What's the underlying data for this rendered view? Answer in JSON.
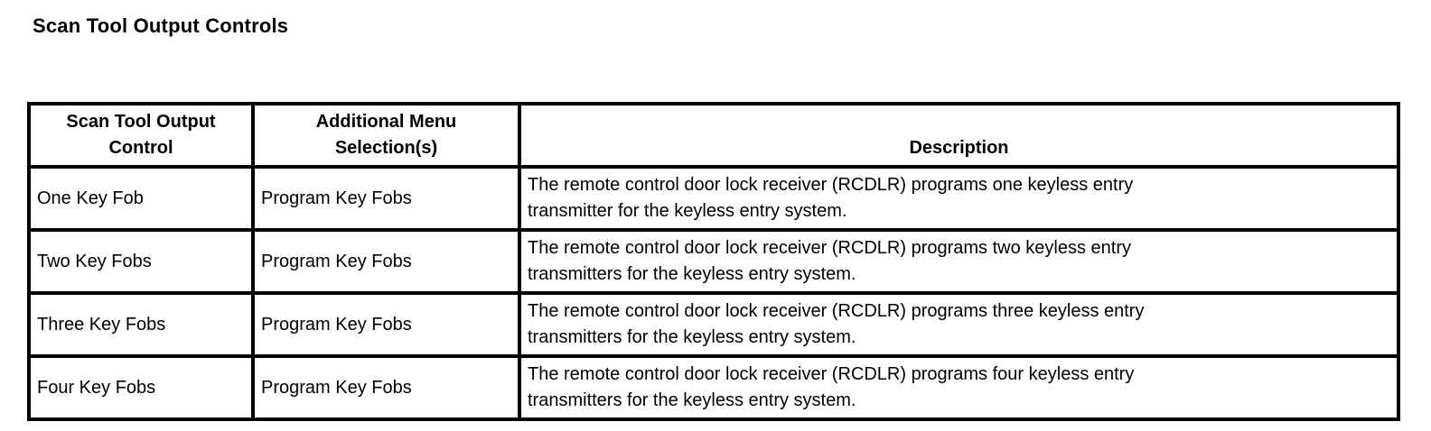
{
  "page": {
    "title": "Scan Tool Output Controls"
  },
  "colors": {
    "text": "#000000",
    "border": "#000000",
    "background": "#ffffff"
  },
  "table": {
    "headers": {
      "control": "Scan Tool Output\nControl",
      "menu": "Additional Menu\nSelection(s)",
      "description": "Description"
    },
    "rows": [
      {
        "control": "One Key Fob",
        "menu": "Program Key Fobs",
        "description": "The remote control door lock receiver (RCDLR) programs one keyless entry\ntransmitter for the keyless entry system."
      },
      {
        "control": "Two Key Fobs",
        "menu": "Program Key Fobs",
        "description": "The remote control door lock receiver (RCDLR) programs two keyless entry\ntransmitters for the keyless entry system."
      },
      {
        "control": "Three Key Fobs",
        "menu": "Program Key Fobs",
        "description": "The remote control door lock receiver (RCDLR) programs three keyless entry\ntransmitters for the keyless entry system."
      },
      {
        "control": "Four Key Fobs",
        "menu": "Program Key Fobs",
        "description": "The remote control door lock receiver (RCDLR) programs four keyless entry\ntransmitters for the keyless entry system."
      }
    ]
  }
}
